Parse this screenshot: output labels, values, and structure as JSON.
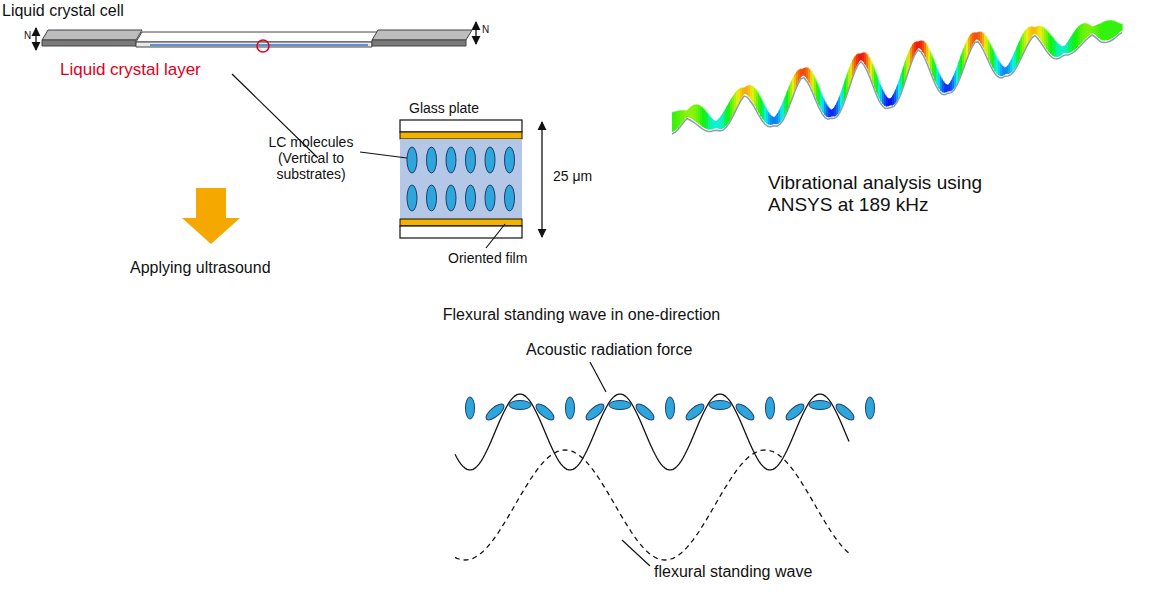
{
  "diagram": {
    "labels": [
      "Liquid crystal cell",
      "N",
      "N",
      "Liquid crystal layer",
      "Glass plate",
      "LC molecules (Vertical to substrates)",
      "25 μm",
      "Oriented film",
      "Applying ultrasound",
      "Vibrational analysis using ANSYS at 189 kHz",
      "Flexural standing wave in one-direction",
      "Acoustic radiation force",
      "flexural standing wave"
    ]
  }
}
